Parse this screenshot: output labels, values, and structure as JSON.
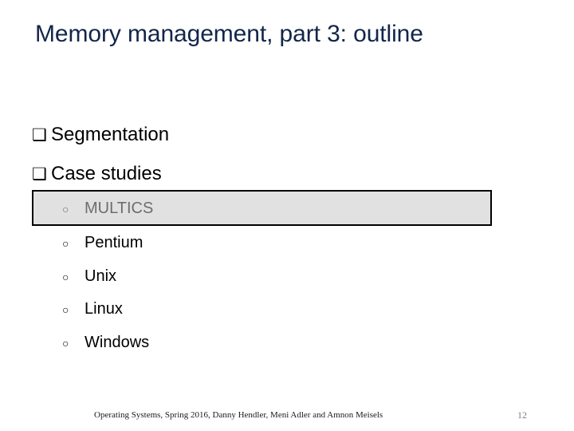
{
  "slide": {
    "title": "Memory management, part 3: outline",
    "title_color": "#12264A",
    "background_color": "#FFFFFF",
    "outline": [
      {
        "level": 1,
        "bullet_glyph": "❑",
        "bullet_name": "shadowed-square-bullet",
        "text": "Segmentation",
        "highlighted": false
      },
      {
        "level": 1,
        "bullet_glyph": "❑",
        "bullet_name": "shadowed-square-bullet",
        "text": "Case studies",
        "highlighted": false
      },
      {
        "level": 2,
        "bullet_glyph": "○",
        "bullet_name": "hollow-circle-bullet",
        "text": "MULTICS",
        "highlighted": true
      },
      {
        "level": 2,
        "bullet_glyph": "○",
        "bullet_name": "hollow-circle-bullet",
        "text": "Pentium",
        "highlighted": false
      },
      {
        "level": 2,
        "bullet_glyph": "○",
        "bullet_name": "hollow-circle-bullet",
        "text": "Unix",
        "highlighted": false
      },
      {
        "level": 2,
        "bullet_glyph": "○",
        "bullet_name": "hollow-circle-bullet",
        "text": "Linux",
        "highlighted": false
      },
      {
        "level": 2,
        "bullet_glyph": "○",
        "bullet_name": "hollow-circle-bullet",
        "text": "Windows",
        "highlighted": false
      }
    ],
    "highlight": {
      "target_text": "MULTICS",
      "fill_color": "#E1E1E1",
      "border_color": "#000000",
      "text_color": "#6E6E6E"
    },
    "footer": {
      "note": "Operating Systems, Spring 2016, Danny Hendler, Meni Adler and Amnon Meisels",
      "page_number": "12",
      "page_number_color": "#808080"
    }
  }
}
